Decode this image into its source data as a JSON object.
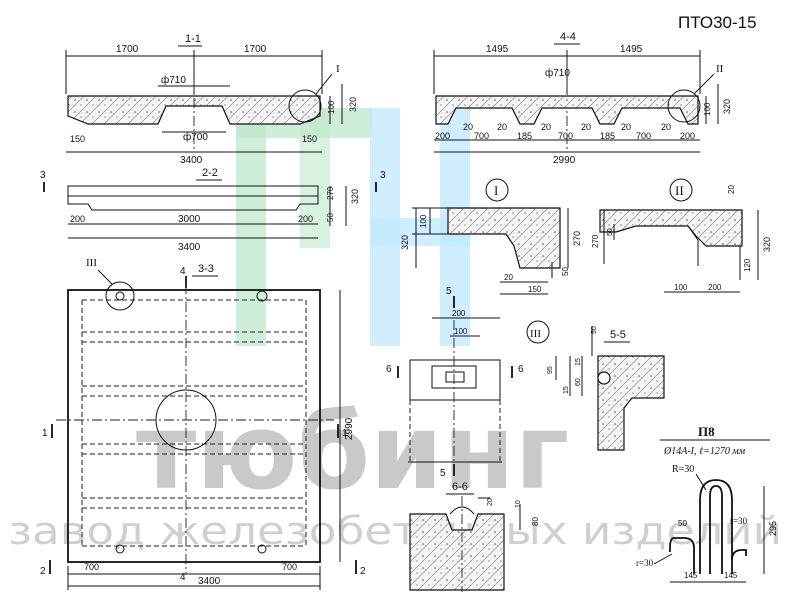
{
  "drawing_code": "ПТО30-15",
  "views": {
    "sec_1_1": {
      "label": "1-1",
      "dims": [
        "1700",
        "1700",
        "3400",
        "150",
        "150",
        "100",
        "320"
      ],
      "hole_top": "ф710",
      "hole_bottom": "ф700",
      "callout": "I"
    },
    "sec_4_4": {
      "label": "4-4",
      "dims": [
        "1495",
        "1495",
        "2990",
        "100",
        "320"
      ],
      "hole_top": "ф710",
      "callout": "II",
      "bottom_dims": [
        "200",
        "20",
        "700",
        "20",
        "185",
        "20",
        "700",
        "20",
        "185",
        "20",
        "700",
        "20",
        "200"
      ]
    },
    "sec_2_2": {
      "label": "2-2",
      "dims": [
        "3000",
        "3400",
        "200",
        "200",
        "50",
        "270",
        "320"
      ],
      "cut": "3"
    },
    "plan_3_3": {
      "label": "3-3",
      "callout": "III",
      "dims": [
        "2990",
        "3400",
        "700",
        "700"
      ],
      "cuts": {
        "c1": "1",
        "c2": "2",
        "c4": "4"
      }
    },
    "detail_I": {
      "label": "I",
      "dims": [
        "100",
        "320",
        "270",
        "50",
        "20",
        "150"
      ]
    },
    "detail_II": {
      "label": "II",
      "dims": [
        "20",
        "50",
        "270",
        "320",
        "120",
        "100",
        "200"
      ]
    },
    "detail_III": {
      "label": "III"
    },
    "sec_5_5": {
      "label": "5-5",
      "dims": [
        "50",
        "15",
        "15",
        "60",
        "95"
      ]
    },
    "view_5": {
      "cut": "5",
      "dims": [
        "200",
        "100"
      ],
      "cut6": "6"
    },
    "sec_6_6": {
      "label": "6-6",
      "dims": [
        "20",
        "10",
        "80"
      ]
    },
    "rebar": {
      "mark": "П8",
      "spec": "Ø14А-I, ℓ=1270 мм",
      "r_big": "R=30",
      "r1": "r=30",
      "r2": "r=30",
      "dims": [
        "50",
        "145",
        "145",
        "295"
      ]
    }
  },
  "watermark": {
    "brand": "тюбинг",
    "subtitle": "завод железобетонных изделий"
  }
}
